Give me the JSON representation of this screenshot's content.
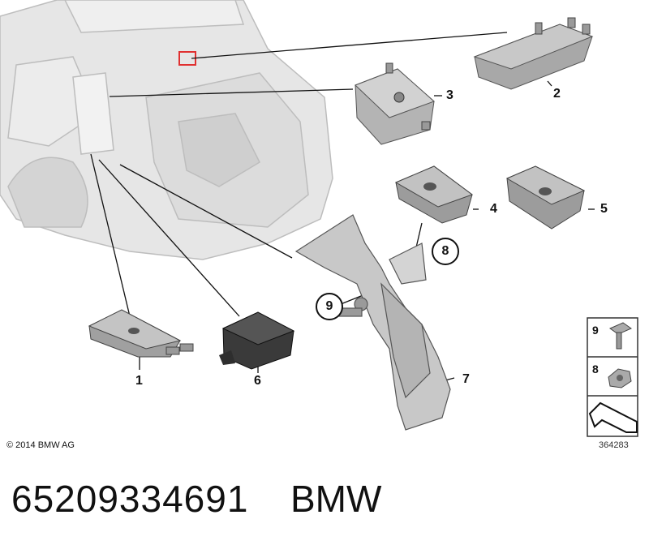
{
  "callouts": {
    "c1": "1",
    "c2": "2",
    "c3": "3",
    "c4": "4",
    "c5": "5",
    "c6": "6",
    "c7": "7",
    "c8": "8",
    "c9": "9"
  },
  "legend": {
    "screw_number": "9",
    "nut_number": "8"
  },
  "copyright": "© 2014 BMW AG",
  "diagram_id": "364283",
  "part_number": "65209334691",
  "brand": "BMW",
  "colors": {
    "body_gray": "#d9d9d9",
    "part_gray": "#8f8f8f",
    "highlight_red": "#e03030",
    "line": "#111111"
  }
}
